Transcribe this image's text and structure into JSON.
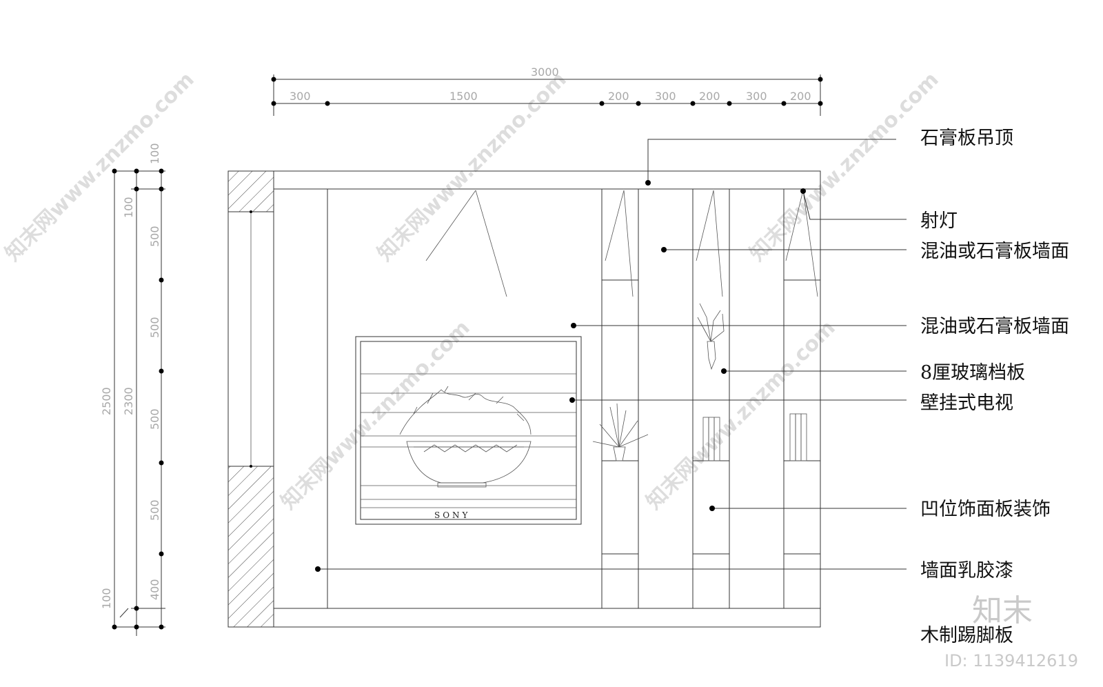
{
  "dimensions": {
    "top_total": "3000",
    "top_segments": [
      "300",
      "1500",
      "200",
      "300",
      "200",
      "300",
      "200"
    ],
    "left_outer_total": "2500",
    "left_inner_total": "2300",
    "left_top_offsets": [
      "100",
      "100"
    ],
    "left_segments": [
      "500",
      "500",
      "500",
      "500",
      "400"
    ],
    "left_bottom_offset": "100"
  },
  "labels": [
    "石膏板吊顶",
    "射灯",
    "混油或石膏板墙面",
    "混油或石膏板墙面",
    "8厘玻璃档板",
    "壁挂式电视",
    "凹位饰面板装饰",
    "墙面乳胶漆",
    "木制踢脚板"
  ],
  "tv_brand": "SONY",
  "watermark": {
    "text": "知末网www.znzmo.com",
    "logo": "知末",
    "id": "ID: 1139412619"
  }
}
